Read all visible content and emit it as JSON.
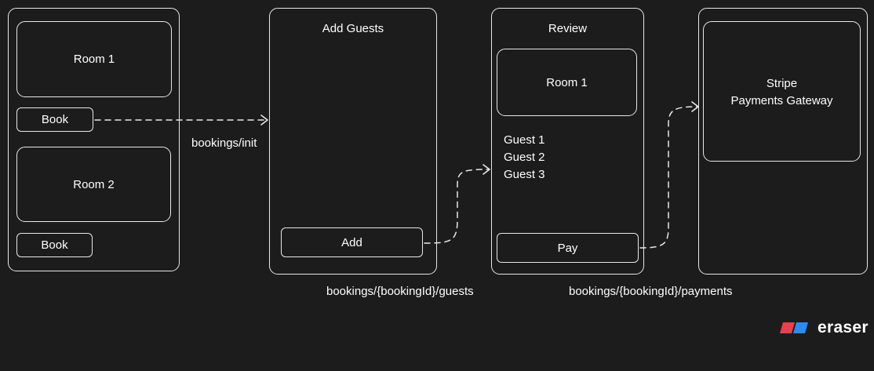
{
  "screen1": {
    "rooms": [
      {
        "label": "Room 1",
        "button": "Book"
      },
      {
        "label": "Room 2",
        "button": "Book"
      }
    ]
  },
  "screen2": {
    "title": "Add Guests",
    "button": "Add"
  },
  "screen3": {
    "title": "Review",
    "room": "Room 1",
    "guests": [
      "Guest 1",
      "Guest 2",
      "Guest 3"
    ],
    "button": "Pay"
  },
  "screen4": {
    "line1": "Stripe",
    "line2": "Payments Gateway"
  },
  "endpoints": {
    "init": "bookings/init",
    "guests": "bookings/{bookingId}/guests",
    "payments": "bookings/{bookingId}/payments"
  },
  "logo": {
    "text": "eraser",
    "colors": {
      "red": "#e8404e",
      "blue": "#2a8cf0"
    }
  }
}
